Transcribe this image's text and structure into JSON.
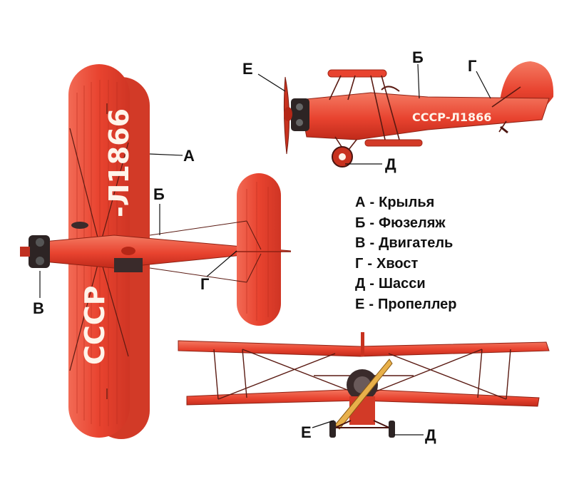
{
  "registration": {
    "country": "СССР",
    "number": "-Л1866",
    "side": "СССР-Л1866"
  },
  "callouts": [
    "А",
    "Б",
    "В",
    "Г",
    "Д",
    "Е"
  ],
  "legend": [
    {
      "letter": "А",
      "sep": "-",
      "label": "Крылья"
    },
    {
      "letter": "Б",
      "sep": "-",
      "label": "Фюзеляж"
    },
    {
      "letter": "В",
      "sep": "-",
      "label": "Двигатель"
    },
    {
      "letter": "Г",
      "sep": "-",
      "label": "Хвост"
    },
    {
      "letter": "Д",
      "sep": "-",
      "label": "Шасси"
    },
    {
      "letter": "Е",
      "sep": "-",
      "label": "Пропеллер"
    }
  ],
  "colors": {
    "body_red": "#e8432f",
    "shadow_red": "#c9301f",
    "light_red": "#f26a55",
    "propeller": "#e8b04a",
    "label_ink": "#111111"
  }
}
